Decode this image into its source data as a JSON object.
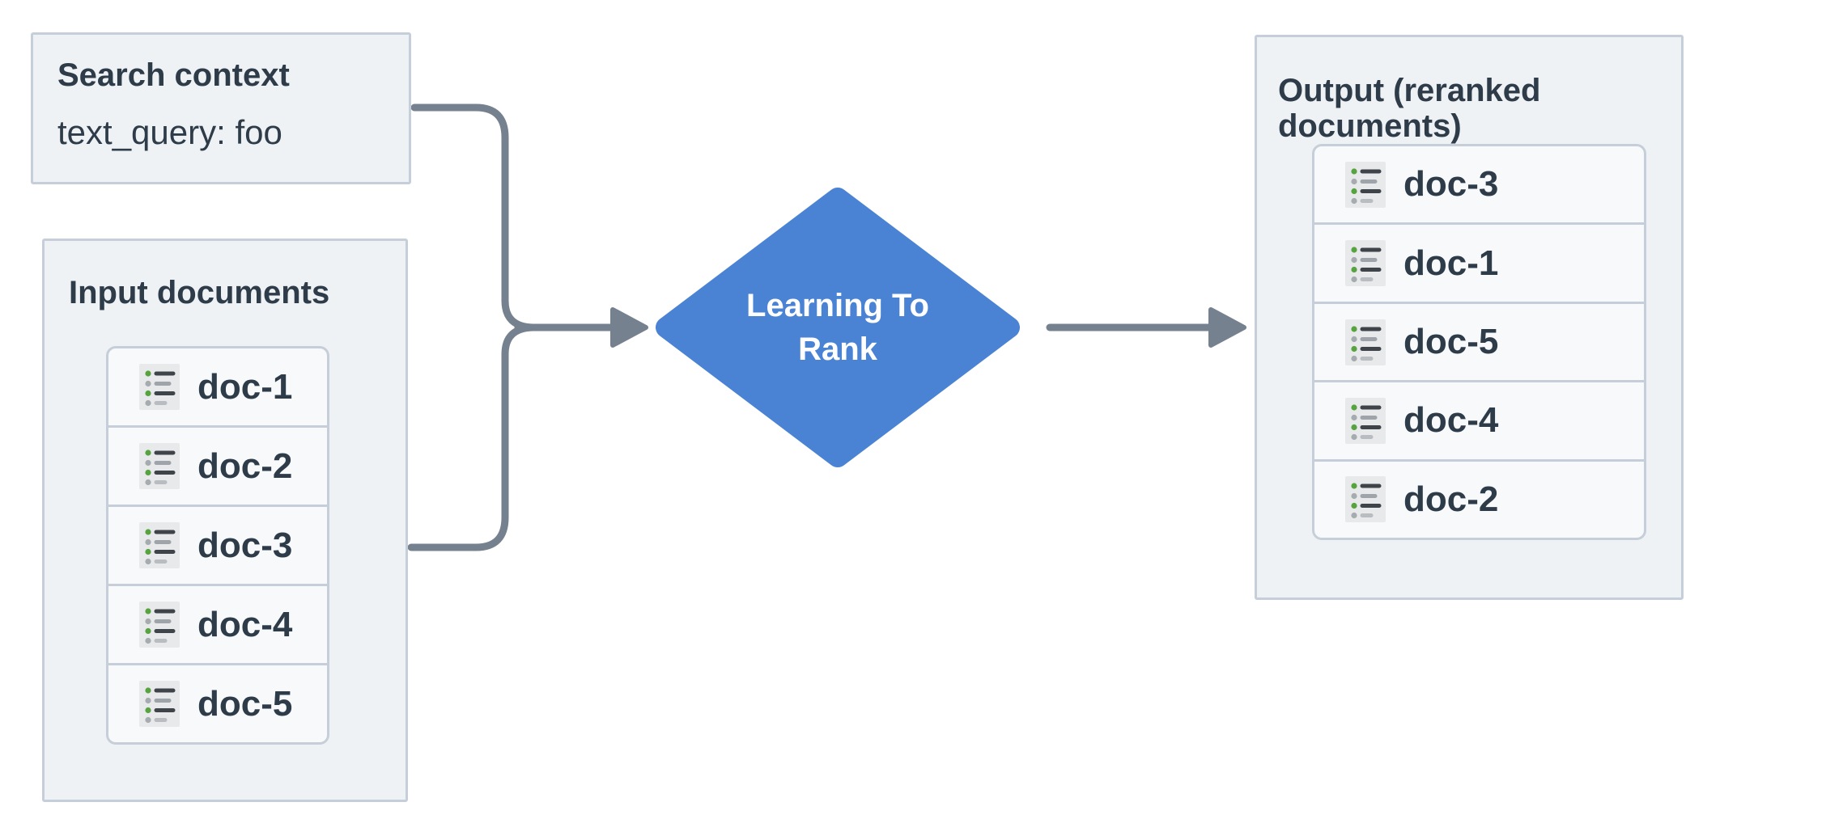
{
  "diagram": {
    "search_context": {
      "title": "Search context",
      "query": "text_query: foo"
    },
    "input_documents": {
      "title": "Input documents",
      "docs": [
        "doc-1",
        "doc-2",
        "doc-3",
        "doc-4",
        "doc-5"
      ]
    },
    "process": {
      "label": "Learning To Rank"
    },
    "output": {
      "title": "Output (reranked documents)",
      "docs": [
        "doc-3",
        "doc-1",
        "doc-5",
        "doc-4",
        "doc-2"
      ]
    },
    "colors": {
      "node_fill": "#eff2f5",
      "node_border": "#c6cfd9",
      "card_fill": "#f7f9fb",
      "text": "#2e3b48",
      "process_fill": "#4a83d4",
      "process_text": "#ffffff",
      "connector": "#76818f",
      "icon_tile": "#e8e9ea",
      "icon_green": "#56a33f",
      "icon_gray_dot": "#a6abb0",
      "icon_dark_line": "#3f444a",
      "icon_mid_line": "#9fa4aa",
      "icon_light_line": "#b9bdc2"
    }
  }
}
